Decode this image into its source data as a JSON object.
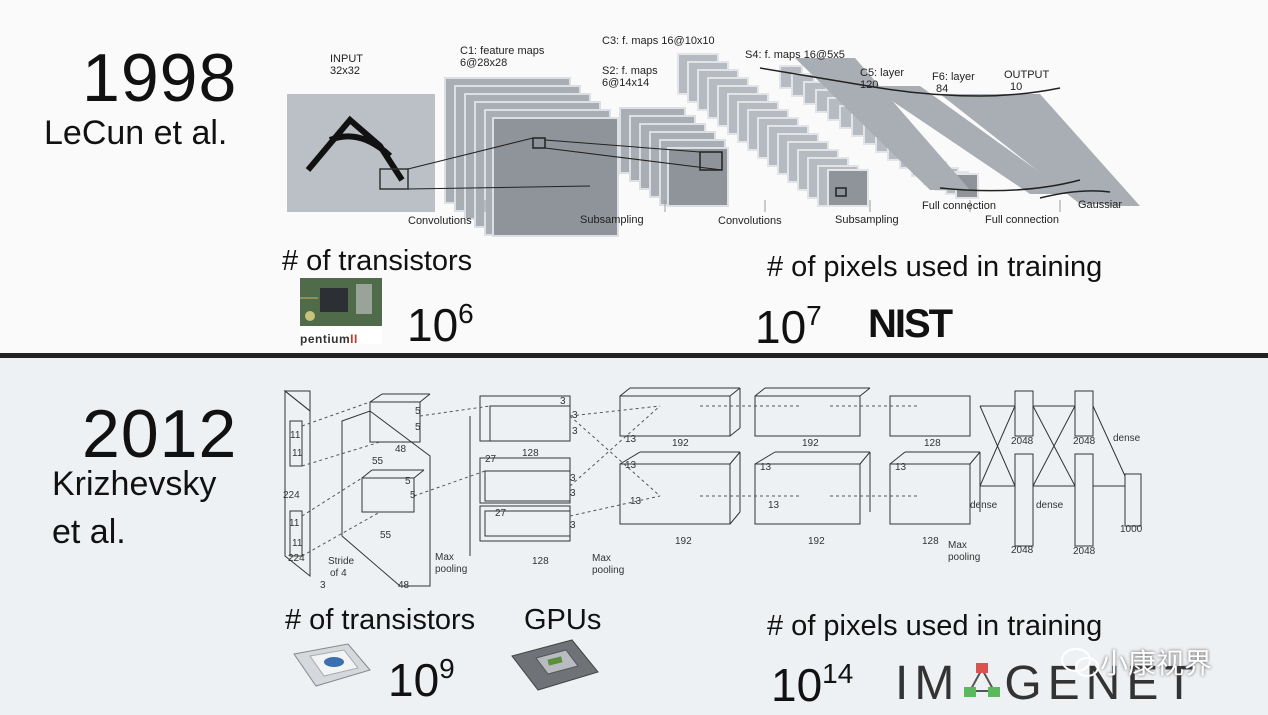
{
  "top": {
    "year": "1998",
    "author": "LeCun et al.",
    "transistors_label": "# of transistors",
    "transistors_base": "10",
    "transistors_exp": "6",
    "chip_label": "pentium",
    "chip_suffix": "II",
    "pixels_label": "# of pixels used in training",
    "pixels_base": "10",
    "pixels_exp": "7",
    "dataset_logo": "NIST",
    "lenet": {
      "input": "INPUT",
      "input_size": "32x32",
      "c1": "C1: feature maps",
      "c1_size": "6@28x28",
      "s2": "S2: f. maps",
      "s2_size": "6@14x14",
      "c3": "C3: f. maps 16@10x10",
      "s4": "S4: f. maps 16@5x5",
      "c5": "C5: layer",
      "c5_size": "120",
      "f6": "F6: layer",
      "f6_size": "84",
      "output": "OUTPUT",
      "output_size": "10",
      "op_conv1": "Convolutions",
      "op_sub1": "Subsampling",
      "op_conv2": "Convolutions",
      "op_sub2": "Subsampling",
      "op_full1": "Full connection",
      "op_full2": "Full connection",
      "op_gauss": "Gaussiar"
    }
  },
  "bottom": {
    "year": "2012",
    "author_line1": "Krizhevsky",
    "author_line2": "et al.",
    "transistors_label": "# of transistors",
    "transistors_base": "10",
    "transistors_exp": "9",
    "gpus_label": "GPUs",
    "pixels_label": "# of pixels used in training",
    "pixels_base": "10",
    "pixels_exp": "14",
    "dataset_logo_left": "IM",
    "dataset_logo_right": "GENET",
    "watermark": "小康视界",
    "alexnet": {
      "n11a": "11",
      "n11b": "11",
      "n224a": "224",
      "n224b": "224",
      "n11c": "11",
      "n11d": "11",
      "n3": "3",
      "stride1": "Stride",
      "stride2": "of 4",
      "n55a": "55",
      "n55b": "55",
      "n48a": "48",
      "n48b": "48",
      "n5a": "5",
      "n5b": "5",
      "n5c": "5",
      "n5d": "5",
      "n27a": "27",
      "n27b": "27",
      "n128a": "128",
      "n128b": "128",
      "n3a": "3",
      "n3b": "3",
      "n3c": "3",
      "n3d": "3",
      "n3e": "3",
      "n3f": "3",
      "n13a": "13",
      "n13b": "13",
      "n13c": "13",
      "n13d": "13",
      "n13e": "13",
      "n13f": "13",
      "n192a": "192",
      "n192b": "192",
      "n192c": "192",
      "n192d": "192",
      "n128c": "128",
      "n128d": "128",
      "n2048a": "2048",
      "n2048b": "2048",
      "n2048c": "2048",
      "n2048d": "2048",
      "dense1": "dense",
      "dense2": "dense",
      "dense3": "dense",
      "n1000": "1000",
      "maxpool1a": "Max",
      "maxpool1b": "pooling",
      "maxpool2a": "Max",
      "maxpool2b": "pooling",
      "maxpool3a": "Max",
      "maxpool3b": "pooling"
    }
  }
}
